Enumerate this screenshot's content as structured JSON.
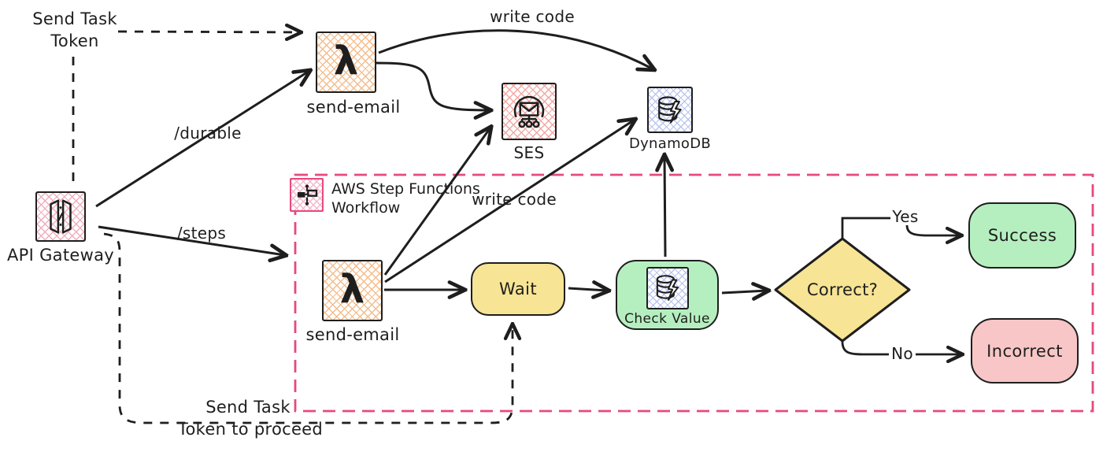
{
  "nodes": {
    "api_gateway": {
      "label": "API Gateway"
    },
    "lambda_top": {
      "label": "send-email"
    },
    "lambda_bottom": {
      "label": "send-email"
    },
    "ses": {
      "label": "SES"
    },
    "dynamodb": {
      "label": "DynamoDB"
    },
    "wait": {
      "label": "Wait"
    },
    "check_value": {
      "label": "Check Value"
    },
    "decision": {
      "label": "Correct?"
    },
    "success": {
      "label": "Success"
    },
    "incorrect": {
      "label": "Incorrect"
    }
  },
  "group": {
    "title_line1": "AWS Step Functions",
    "title_line2": "Workflow"
  },
  "edge_labels": {
    "send_task_token_line1": "Send Task",
    "send_task_token_line2": "Token",
    "durable": "/durable",
    "steps": "/steps",
    "write_code_top": "write code",
    "write_code_inner": "write code",
    "yes": "Yes",
    "no": "No",
    "proceed_line1": "Send Task",
    "proceed_line2": "Token to proceed"
  },
  "icons": {
    "api_gateway": "api-gateway-doors-icon",
    "lambda": "lambda-icon",
    "ses": "ses-envelope-icon",
    "dynamodb": "dynamodb-database-bolt-icon",
    "step_functions": "step-functions-badge-icon"
  },
  "colors": {
    "stroke": "#1e1e1e",
    "group_pink": "#e64980",
    "yellow_fill": "#f7e494",
    "green_fill": "#b6efbf",
    "red_fill": "#f8c6c6",
    "lambda_hatch": "#f3bd8d",
    "ses_hatch": "#f2a9a4",
    "api_gateway_hatch": "#f0aebd",
    "dynamodb_hatch": "#b9c4ee"
  }
}
